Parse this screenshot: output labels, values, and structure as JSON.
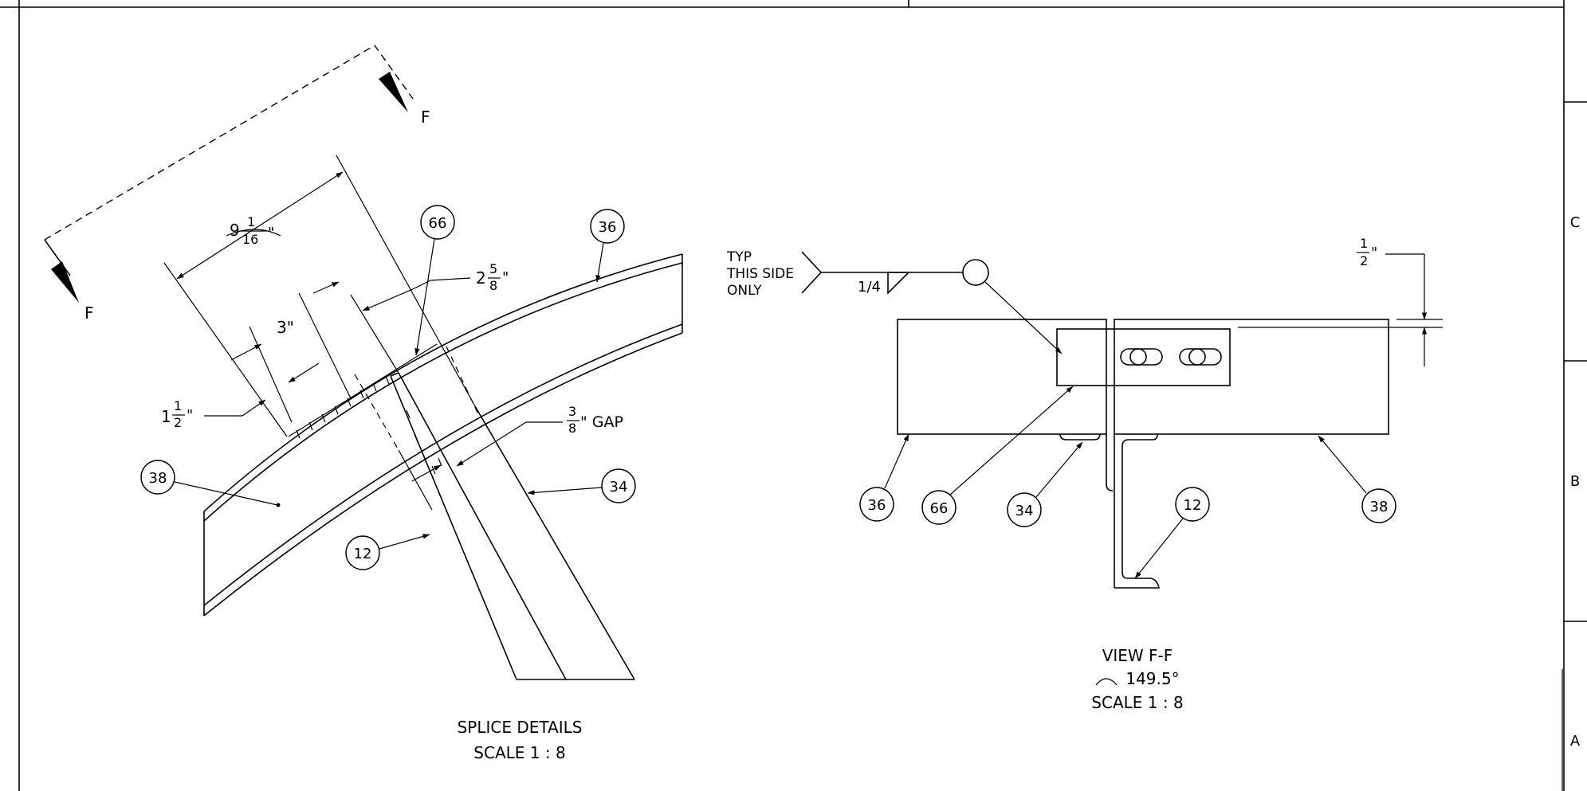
{
  "splice_details": {
    "section_label_top": "F",
    "section_label_bottom": "F",
    "dim_overall_whole": "9",
    "dim_overall_num": "1",
    "dim_overall_den": "16",
    "dim_overall_unit": "\"",
    "dim_spacing_whole": "2",
    "dim_spacing_num": "5",
    "dim_spacing_den": "8",
    "dim_spacing_unit": "\"",
    "dim_3": "3\"",
    "dim_edge_whole": "1",
    "dim_edge_num": "1",
    "dim_edge_den": "2",
    "dim_edge_unit": "\"",
    "gap_num": "3",
    "gap_den": "8",
    "gap_text": "\" GAP",
    "balloons": [
      "66",
      "36",
      "38",
      "34",
      "12"
    ],
    "title": "SPLICE DETAILS",
    "scale": "SCALE 1 : 8"
  },
  "view_ff": {
    "weld_note_line1": "TYP",
    "weld_note_line2": "THIS SIDE",
    "weld_note_line3": "ONLY",
    "weld_size": "1/4",
    "dim_num": "1",
    "dim_den": "2",
    "dim_unit": "\"",
    "balloons": [
      "36",
      "66",
      "34",
      "12",
      "38"
    ],
    "title": "VIEW F-F",
    "rotation": "149.5°",
    "scale": "SCALE 1 : 8"
  },
  "border": {
    "zone_labels": [
      "C",
      "B",
      "A"
    ]
  }
}
